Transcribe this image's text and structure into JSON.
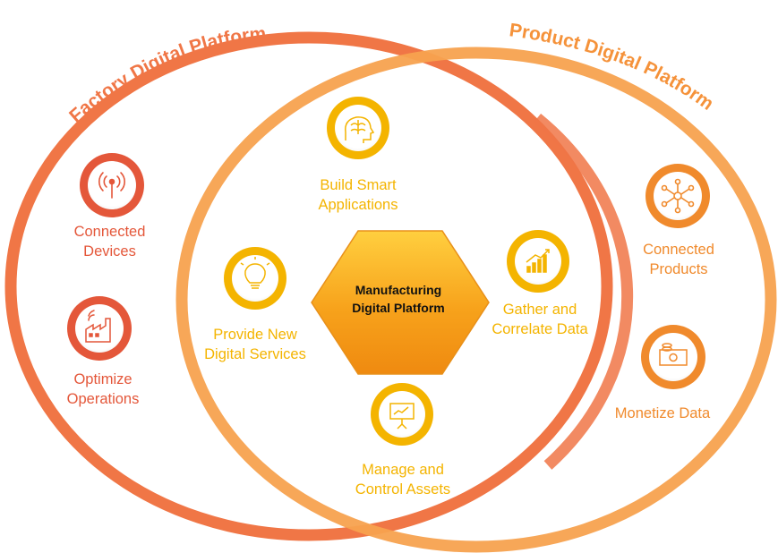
{
  "colors": {
    "factory": "#e4573a",
    "product": "#f5a04d",
    "inner": "#f4b400",
    "hexagon": "#f7a21b"
  },
  "factory_platform": {
    "title": "Factory Digital Platform",
    "items": [
      {
        "label": "Connected\nDevices",
        "icon": "antenna-icon"
      },
      {
        "label": "Optimize\nOperations",
        "icon": "factory-icon"
      }
    ]
  },
  "product_platform": {
    "title": "Product Digital Platform",
    "items": [
      {
        "label": "Connected\nProducts",
        "icon": "network-icon"
      },
      {
        "label": "Monetize Data",
        "icon": "money-icon"
      }
    ]
  },
  "manufacturing_platform": {
    "title": "Manufacturing\nDigital Platform",
    "items": [
      {
        "label": "Build Smart\nApplications",
        "icon": "brain-icon"
      },
      {
        "label": "Provide New\nDigital Services",
        "icon": "lightbulb-icon"
      },
      {
        "label": "Gather and\nCorrelate Data",
        "icon": "bar-chart-icon"
      },
      {
        "label": "Manage and\nControl Assets",
        "icon": "presentation-board-icon"
      }
    ]
  }
}
